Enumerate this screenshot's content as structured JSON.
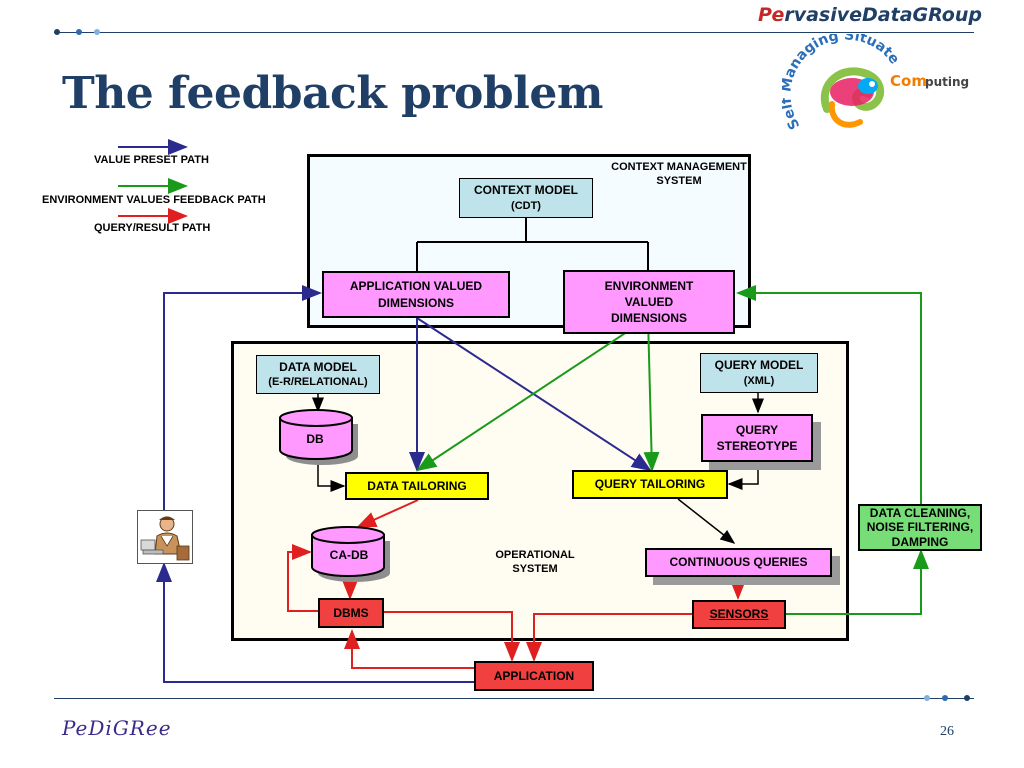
{
  "header": {
    "brand_pe": "Pe",
    "brand_rest": "rvasiveDataGRoup",
    "logo_text_arc": "Self Managing Situated",
    "logo_text_com": "Com",
    "logo_text_puting": "puting"
  },
  "slide": {
    "title": "The feedback problem",
    "footer": "PeDiGRee",
    "page_number": "26"
  },
  "legend": {
    "value_preset": "VALUE PRESET PATH",
    "env_feedback": "ENVIRONMENT VALUES FEEDBACK PATH",
    "query_result": "QUERY/RESULT PATH"
  },
  "context_system": {
    "label_line1": "CONTEXT MANAGEMENT",
    "label_line2": "SYSTEM",
    "context_model_line1": "CONTEXT MODEL",
    "context_model_line2": "(CDT)",
    "app_valued_line1": "APPLICATION  VALUED",
    "app_valued_line2": "DIMENSIONS",
    "env_valued_line1": "ENVIRONMENT",
    "env_valued_line2": "VALUED",
    "env_valued_line3": "DIMENSIONS"
  },
  "operational_system": {
    "label_line1": "OPERATIONAL",
    "label_line2": "SYSTEM",
    "data_model_line1": "DATA MODEL",
    "data_model_line2": "(E-R/RELATIONAL)",
    "db": "DB",
    "data_tailoring": "DATA TAILORING",
    "ca_db": "CA-DB",
    "dbms": "DBMS",
    "query_model_line1": "QUERY MODEL",
    "query_model_line2": "(XML)",
    "query_stereotype_line1": "QUERY",
    "query_stereotype_line2": "STEREOTYPE",
    "query_tailoring": "QUERY TAILORING",
    "continuous_queries": "CONTINUOUS QUERIES",
    "sensors": "SENSORS"
  },
  "outside": {
    "application": "APPLICATION",
    "data_cleaning_line1": "DATA CLEANING,",
    "data_cleaning_line2": "NOISE FILTERING,",
    "data_cleaning_line3": "DAMPING"
  },
  "colors": {
    "blue_path": "#2b2b8f",
    "green_path": "#1a9a1a",
    "red_path": "#e02020",
    "title": "#1f3f66",
    "context_fill": "#f5fcff",
    "operational_fill": "#fffdf2",
    "model_fill": "#bfe3ea",
    "dimension_fill": "#ff99ff",
    "tailoring_fill": "#ffff00",
    "red_fill": "#f04040",
    "green_fill": "#77dd77"
  }
}
